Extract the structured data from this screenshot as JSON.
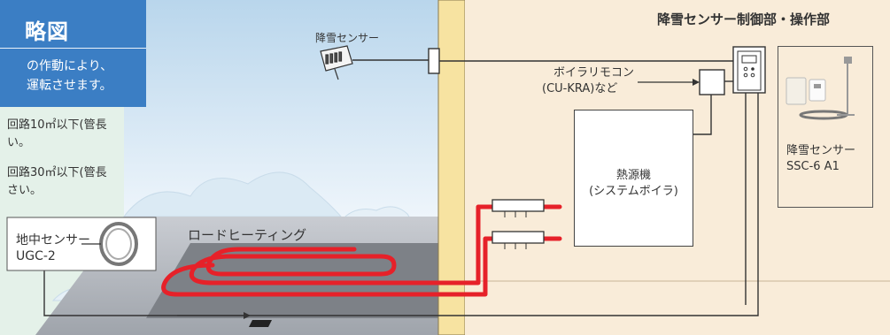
{
  "banner": {
    "title": "略図",
    "line1": "の作動により、",
    "line2": "運転させます。"
  },
  "notes": {
    "note1_line1": "回路10㎡以下(管長",
    "note1_line2": "い。",
    "note2_line1": "回路30㎡以下(管長",
    "note2_line2": "さい。"
  },
  "labels": {
    "snow_sensor": "降雪センサー",
    "control_unit": "降雪センサー制御部・操作部",
    "boiler_remote_line1": "ボイラリモコン",
    "boiler_remote_line2": "(CU-KRA)など",
    "heat_source_line1": "熱源機",
    "heat_source_line2": "(システムボイラ)",
    "road_heating": "ロードヒーティング",
    "ground_sensor_line1": "地中センサー",
    "ground_sensor_line2": "UGC-2",
    "product_line1": "降雪センサー",
    "product_line2": "SSC-6 A1"
  },
  "colors": {
    "banner_blue": "#3b7ec4",
    "pipe_red": "#e62129",
    "wall_yellow": "#f7e3a1",
    "indoor_beige": "#f9ecd9"
  }
}
